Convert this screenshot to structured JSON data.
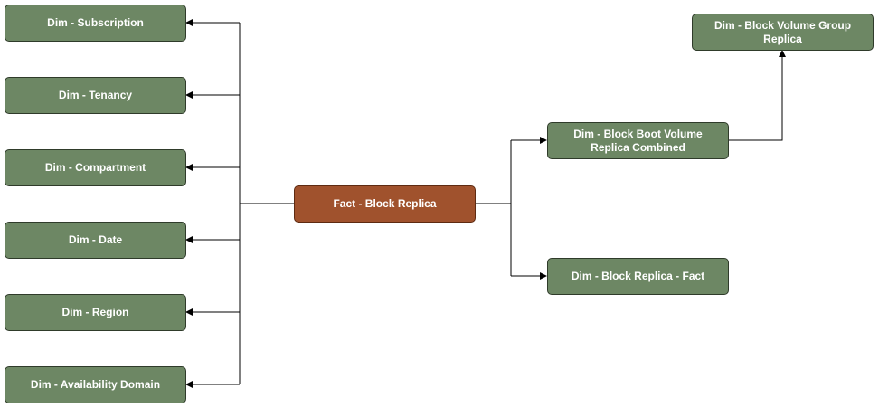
{
  "diagram": {
    "fact": {
      "label": "Fact - Block Replica",
      "color": "#a0522d"
    },
    "dimensions": [
      {
        "label": "Dim - Subscription"
      },
      {
        "label": "Dim - Tenancy"
      },
      {
        "label": "Dim - Compartment"
      },
      {
        "label": "Dim - Date"
      },
      {
        "label": "Dim - Region"
      },
      {
        "label": "Dim - Availability Domain"
      }
    ],
    "right_nodes": {
      "boot_volume": {
        "label": "Dim - Block Boot Volume Replica Combined"
      },
      "replica_fact": {
        "label": "Dim - Block Replica - Fact"
      },
      "volume_group": {
        "label": "Dim - Block Volume Group Replica"
      }
    },
    "dim_color": "#6d8764",
    "edge_color": "#000000"
  }
}
